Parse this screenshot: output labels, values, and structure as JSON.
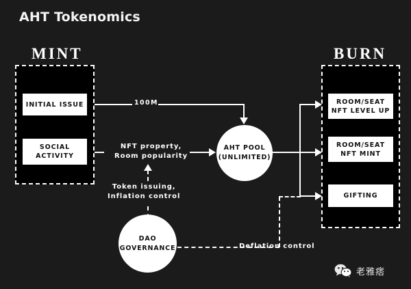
{
  "title": "AHT Tokenomics",
  "background_color": "#1b1b1b",
  "box_fill_color": "#000000",
  "accent_color": "#ffffff",
  "sections": {
    "mint": {
      "heading": "MINT"
    },
    "burn": {
      "heading": "BURN"
    }
  },
  "mint_items": [
    {
      "label": "Initial issue"
    },
    {
      "label": "Social\nactivity",
      "line1": "Social",
      "line2": "activity"
    }
  ],
  "burn_items": [
    {
      "line1": "Room/Seat",
      "line2": "NFT level up"
    },
    {
      "line1": "Room/Seat",
      "line2": "NFT Mint"
    },
    {
      "line1": "Gifting",
      "line2": ""
    }
  ],
  "nodes": {
    "pool": {
      "line1": "AHT pool",
      "line2": "(UNLIMITED)"
    },
    "dao": {
      "line1": "DAO",
      "line2": "Governance"
    }
  },
  "edge_labels": {
    "initial_issue_amount": "100M",
    "nft_property_line1": "NFT property,",
    "nft_property_line2": "Room popularity",
    "token_issuing_line1": "Token issuing,",
    "token_issuing_line2": "Inflation  control",
    "deflation_control": "Deflation control"
  },
  "watermark": {
    "icon": "wechat-icon",
    "text": "老雅痞"
  }
}
